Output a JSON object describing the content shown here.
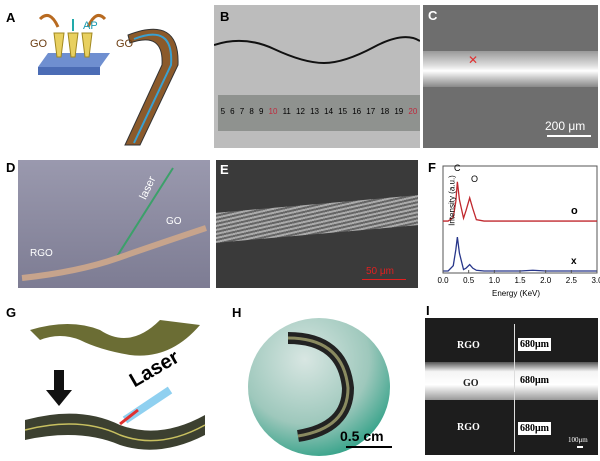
{
  "panels": {
    "A": {
      "label": "A",
      "ap": "AP",
      "go_left": "GO",
      "go_right": "GO"
    },
    "B": {
      "label": "B",
      "ruler_ticks": [
        "5",
        "6",
        "7",
        "8",
        "9",
        "10",
        "11",
        "12",
        "13",
        "14",
        "15",
        "16",
        "17",
        "18",
        "19",
        "20"
      ]
    },
    "C": {
      "label": "C",
      "scale": "200 μm"
    },
    "D": {
      "label": "D",
      "laser": "laser",
      "go": "GO",
      "rgo": "RGO"
    },
    "E": {
      "label": "E",
      "scale": "50 μm"
    },
    "F": {
      "label": "F"
    },
    "G": {
      "label": "G",
      "laser": "Laser"
    },
    "H": {
      "label": "H",
      "scale": "0.5 cm"
    },
    "I": {
      "label": "I",
      "rgo_top": "RGO",
      "go": "GO",
      "rgo_bottom": "RGO",
      "thickness_1": "680μm",
      "thickness_2": "680μm",
      "thickness_3": "680μm",
      "scale": "100μm"
    }
  },
  "colors": {
    "red_series": "#c0282e",
    "blue_series": "#27368a",
    "ruler_red": "#c0283c"
  },
  "chart_data": {
    "type": "line",
    "title": "",
    "xlabel": "Energy (KeV)",
    "ylabel": "Intensity (a.u.)",
    "xlim": [
      0,
      3.0
    ],
    "ylim": [
      0,
      3
    ],
    "xticks": [
      "0.0",
      "0.5",
      "1.0",
      "1.5",
      "2.0",
      "2.5",
      "3.0"
    ],
    "x": [
      0,
      0.1,
      0.2,
      0.25,
      0.28,
      0.32,
      0.4,
      0.45,
      0.52,
      0.58,
      0.65,
      0.8,
      1.0,
      1.5,
      1.75,
      2.0,
      2.5,
      3.0
    ],
    "series": [
      {
        "name": "o",
        "color": "#c0282e",
        "offset": 1.4,
        "values": [
          0,
          0,
          0.1,
          0.55,
          1.1,
          0.6,
          0.08,
          0.3,
          0.65,
          0.35,
          0.04,
          0,
          0,
          0,
          0,
          0,
          0,
          0
        ]
      },
      {
        "name": "x",
        "color": "#27368a",
        "offset": 0,
        "values": [
          0,
          0,
          0.15,
          0.6,
          0.95,
          0.5,
          0.04,
          0.08,
          0.18,
          0.08,
          0.02,
          0,
          0,
          0,
          0.02,
          0,
          0,
          0
        ]
      }
    ],
    "annotations": [
      {
        "text": "C",
        "x": 0.28
      },
      {
        "text": "O",
        "x": 0.56
      }
    ],
    "legend": "right"
  }
}
